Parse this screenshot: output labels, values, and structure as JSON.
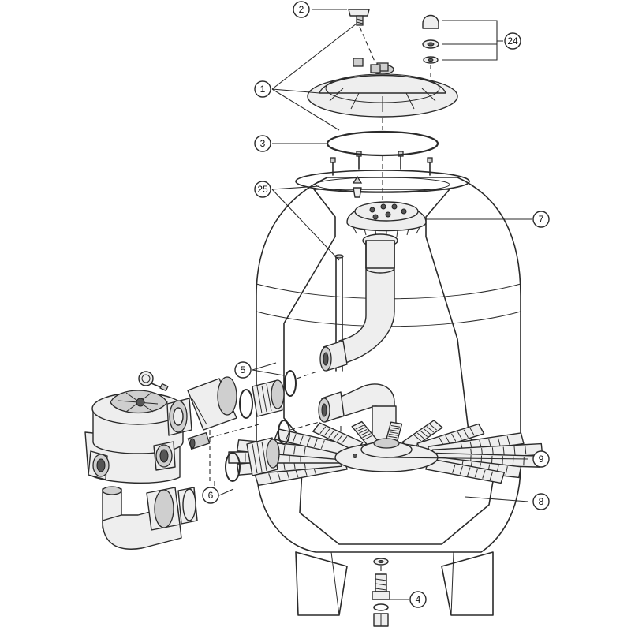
{
  "diagram": {
    "callouts": [
      {
        "id": "c1",
        "label": "1"
      },
      {
        "id": "c2",
        "label": "2"
      },
      {
        "id": "c3",
        "label": "3"
      },
      {
        "id": "c4",
        "label": "4"
      },
      {
        "id": "c5",
        "label": "5"
      },
      {
        "id": "c6",
        "label": "6"
      },
      {
        "id": "c7",
        "label": "7"
      },
      {
        "id": "c8",
        "label": "8"
      },
      {
        "id": "c9",
        "label": "9"
      },
      {
        "id": "c24",
        "label": "24"
      },
      {
        "id": "c25",
        "label": "25"
      }
    ]
  }
}
